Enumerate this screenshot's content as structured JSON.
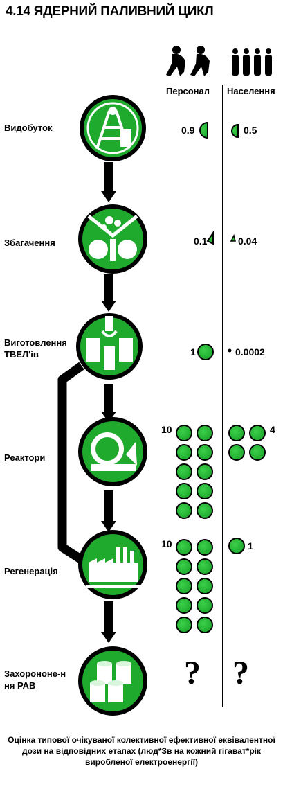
{
  "title": "4.14 ЯДЕРНИЙ ПАЛИВНИЙ ЦИКЛ",
  "columns": {
    "personnel": "Персонал",
    "population": "Населення"
  },
  "stages": [
    {
      "label": "Видобуток",
      "icon": "mine-headframe-icon",
      "personnel": "0.9",
      "population": "0.5"
    },
    {
      "label": "Збагачення",
      "icon": "ore-concentration-icon",
      "personnel": "0.1",
      "population": "0.04"
    },
    {
      "label": "Виготовлення ТВЕЛ'ів",
      "icon": "fuel-rod-crane-icon",
      "personnel": "1",
      "population": "0.0002"
    },
    {
      "label": "Реактори",
      "icon": "reactor-icon",
      "personnel": "10",
      "population": "4"
    },
    {
      "label": "Регенерація",
      "icon": "reprocessing-plant-icon",
      "personnel": "10",
      "population": "1"
    },
    {
      "label": "Захорононе-ння РАВ",
      "icon": "waste-barrels-icon",
      "personnel": "?",
      "population": "?"
    }
  ],
  "caption": "Оцінка типової очікуваної колективної ефективної еквівалентної дози на відповідних етапах (люд*Зв на кожний гігават*рік виробленої електроенергії)",
  "colors": {
    "green": "#1faa2e",
    "dark_green": "#0d7a1c",
    "black": "#000000"
  }
}
